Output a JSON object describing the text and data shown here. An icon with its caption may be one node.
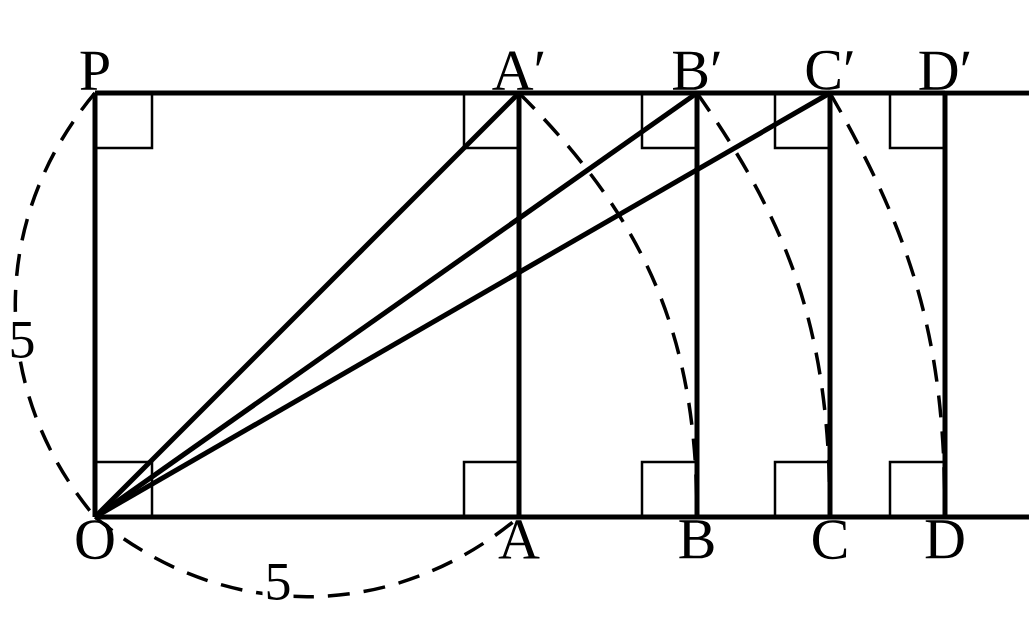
{
  "diagram": {
    "nodes": [
      {
        "text": [
          "P"
        ]
      },
      {
        "text": [
          "A′"
        ]
      },
      {
        "text": [
          "B′"
        ]
      },
      {
        "text": [
          "C′"
        ]
      },
      {
        "text": [
          "D′"
        ]
      },
      {
        "text": [
          "O"
        ]
      },
      {
        "text": [
          "A"
        ]
      },
      {
        "text": [
          "B"
        ]
      },
      {
        "text": [
          "C"
        ]
      },
      {
        "text": [
          "D"
        ]
      }
    ],
    "edges": [
      {
        "from": 0,
        "to": 5,
        "arrow": "none"
      },
      {
        "from": 0,
        "to": 1,
        "arrow": "none"
      },
      {
        "from": 1,
        "to": 2,
        "arrow": "none"
      },
      {
        "from": 2,
        "to": 3,
        "arrow": "none"
      },
      {
        "from": 3,
        "to": 4,
        "arrow": "none"
      },
      {
        "from": 4,
        "to": null,
        "arrow": "none"
      },
      {
        "from": 5,
        "to": 6,
        "arrow": "none"
      },
      {
        "from": 6,
        "to": 7,
        "arrow": "none"
      },
      {
        "from": 7,
        "to": 8,
        "arrow": "none"
      },
      {
        "from": 8,
        "to": 9,
        "arrow": "none"
      },
      {
        "from": 9,
        "to": null,
        "arrow": "none"
      },
      {
        "from": 5,
        "to": 1,
        "arrow": "none"
      },
      {
        "from": 5,
        "to": 2,
        "arrow": "none"
      },
      {
        "from": 5,
        "to": 3,
        "arrow": "none"
      },
      {
        "from": 6,
        "to": 1,
        "arrow": "none"
      },
      {
        "from": 7,
        "to": 2,
        "arrow": "none"
      },
      {
        "from": 8,
        "to": 3,
        "arrow": "none"
      },
      {
        "from": 9,
        "to": 4,
        "arrow": "none"
      },
      {
        "from": 0,
        "to": 5,
        "arrow": "none",
        "style": "dashed",
        "label": "5"
      },
      {
        "from": 5,
        "to": 6,
        "arrow": "none",
        "style": "dashed",
        "label": "5"
      },
      {
        "from": 1,
        "to": 7,
        "arrow": "none",
        "style": "dashed"
      },
      {
        "from": 2,
        "to": 8,
        "arrow": "none",
        "style": "dashed"
      },
      {
        "from": 3,
        "to": 9,
        "arrow": "none",
        "style": "dashed"
      }
    ]
  }
}
